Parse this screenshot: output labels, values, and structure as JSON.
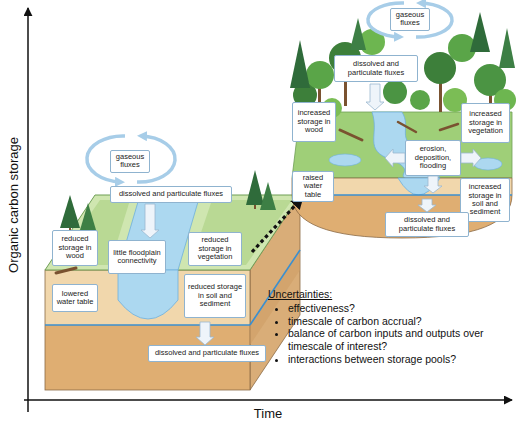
{
  "diagram": {
    "nodes": [
      {
        "text": [
          "gaseous fluxes"
        ]
      },
      {
        "text": [
          "dissolved and particulate fluxes"
        ]
      },
      {
        "text": [
          "reduced storage in wood"
        ]
      },
      {
        "text": [
          "little floodplain connectivity"
        ]
      },
      {
        "text": [
          "reduced storage in vegetation"
        ]
      },
      {
        "text": [
          "reduced storage in soil and sediment"
        ]
      },
      {
        "text": [
          "lowered water table"
        ]
      },
      {
        "text": [
          "dissolved and particulate fluxes"
        ]
      },
      {
        "text": [
          "gaseous fluxes"
        ]
      },
      {
        "text": [
          "dissolved and particulate fluxes"
        ]
      },
      {
        "text": [
          "increased storage in wood"
        ]
      },
      {
        "text": [
          "increased storage in vegetation"
        ]
      },
      {
        "text": [
          "erosion, deposition, flooding"
        ]
      },
      {
        "text": [
          "raised water table"
        ]
      },
      {
        "text": [
          "increased storage in soil and sediment"
        ]
      },
      {
        "text": [
          "dissolved and particulate fluxes"
        ]
      }
    ],
    "labels": [
      "Organic carbon storage",
      "Time",
      "Uncertainties:",
      "effectiveness?",
      "timescale of carbon accrual?",
      "balance of carbon inputs and outputs over timescale of interest?",
      "interactions between storage pools?"
    ]
  }
}
